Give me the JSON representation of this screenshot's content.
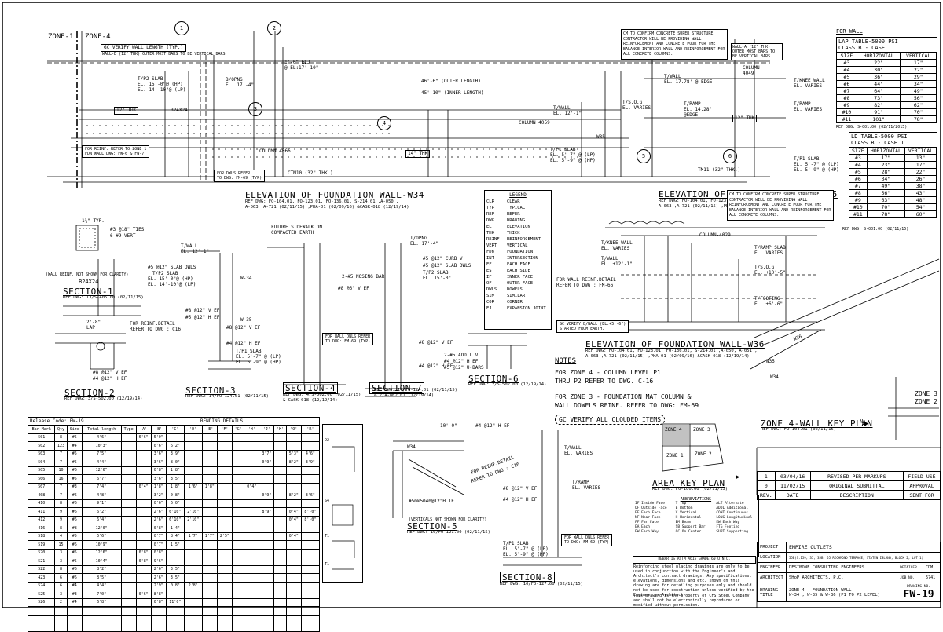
{
  "zones": {
    "zone1": "ZONE-1",
    "zone4": "ZONE-4"
  },
  "elev_w34": {
    "title": "ELEVATION OF FOUNDATION WALL-W34",
    "ref1": "REF DWG: FO-104.01, FO-123.01, FO-136.01, S-214.01 ,A-050 ,",
    "ref2": "A-063 ,A-721 (02/11/15) ,PHA-01 (02/09/16) &CASK-018 (12/19/14)",
    "notes": [
      "GC VERIFY WALL LENGTH (TYP.)",
      "WALL-D (12\" THK) OUTER MOST BARS TO BE VERTICAL BARS",
      "T/P2 SLAB",
      "EL. 15'-0\"@ (HP)",
      "EL. 14'-10\"@ (LP)",
      "B/OPNG",
      "EL. 17'-4\"",
      "1'-0\" ELJ",
      "@ EL:17'-10\"",
      "46'-6\" (OUTER LENGTH)",
      "45'-10\" (INNER LENGTH)",
      "COLUMN 4059",
      "COLUMN 4066",
      "B24X24",
      "12\" THK",
      "14\" THK",
      "FOR REINF. REFER TO ZONE 1",
      "FDN WALL DWG: FW-6 & FW-7",
      "FOR DWLS REFER",
      "TO DWG: FM-69 (TYP)",
      "CTM10 (32\" THK.)",
      "T/WALL",
      "EL. 12'-1\"",
      "T/P1 SLAB",
      "EL. 5'-7\" @ (LP)",
      "EL. 5'-9\" @ (HP)",
      "W35"
    ]
  },
  "elev_w35": {
    "title": "ELEVATION OF FOUNDATION WALL-W35",
    "ref1": "REF DWG: FO-104.01, FO-123.01, FO-136.01, S-214.01 ,A-050 ,",
    "ref2": "A-063 ,A-721 (02/11/15) ,PHA-01 (02/09/16) &CASK-018 (12/19/14)",
    "cm_note": "CM TO CONFIRM CONCRETE SUPER STRUCTURE CONTRACTOR WILL BE PROVIDING WALL REINFORCEMENT AND CONCRETE POUR FOR THE BALANCE INTERIOR WALL AND REINFORCEMENT FOR ALL CONCRETE COLUMNS.",
    "wall_note": "WALL-A (12\" THK) OUTER MOST BARS TO BE VERTICAL BARS",
    "notes": [
      "T/WALL",
      "EL. 17.78' @ EDGE",
      "T/RAMP",
      "EL. 14.28'",
      "@EDGE",
      "T/S.O.G",
      "EL. VARIES",
      "T/KNEE WALL",
      "EL. VARIES",
      "COLUMN",
      "4049",
      "T/RAMP",
      "EL. VARIES",
      "T/P1 SLAB",
      "EL. 5'-7\" @ (LP)",
      "EL. 5'-9\" @ (HP)",
      "TM11 (32\" THK.)",
      "12\" THK"
    ]
  },
  "elev_w36": {
    "title": "ELEVATION OF FOUNDATION WALL-W36",
    "ref1": "REF DWG: FO-104.01, FO-123.01, FO-136.01, S-214.01 ,A-050, A-051 ,",
    "ref2": "A-063 ,A-721 (02/11/15) ,PHA-01 (02/09/16) &CASK-018 (12/19/14)",
    "notes": [
      "T/KNEE WALL",
      "EL. VARIES",
      "T/WALL",
      "EL. +12'-1\"",
      "COLUMN-4029",
      "FOR WALL REINF.DETAIL",
      "REFER TO DWG : FM-66",
      "T/RAMP SLAB",
      "EL. VARIES",
      "T/S.O.G",
      "EL. +10'-5\"",
      "T/FOOTING",
      "EL. +6'-6\"",
      "GC VERIFY B/WALL (EL.+5'-6\")",
      "STARTED FROM EARTH."
    ]
  },
  "lap_wall": {
    "heading": "FOR WALL",
    "title1": "LAP TABLE-5000 PSI",
    "title2": "CLASS B - CASE 1",
    "cols": [
      "SIZE",
      "HORIZONTAL",
      "VERTICAL"
    ],
    "rows": [
      [
        "#3",
        "22\"",
        "17\""
      ],
      [
        "#4",
        "30\"",
        "22\""
      ],
      [
        "#5",
        "36\"",
        "29\""
      ],
      [
        "#6",
        "44\"",
        "34\""
      ],
      [
        "#7",
        "64\"",
        "49\""
      ],
      [
        "#8",
        "73\"",
        "56\""
      ],
      [
        "#9",
        "82\"",
        "62\""
      ],
      [
        "#10",
        "91\"",
        "70\""
      ],
      [
        "#11",
        "101\"",
        "78\""
      ]
    ],
    "ref": "REF DWG: S-001.00 (02/11/2015)"
  },
  "ld_table": {
    "title1": "LD TABLE-5000 PSI",
    "title2": "CLASS B - CASE 1",
    "cols": [
      "SIZE",
      "HORIZONTAL",
      "VERTICAL"
    ],
    "rows": [
      [
        "#3",
        "17\"",
        "13\""
      ],
      [
        "#4",
        "23\"",
        "17\""
      ],
      [
        "#5",
        "28\"",
        "22\""
      ],
      [
        "#6",
        "34\"",
        "26\""
      ],
      [
        "#7",
        "49\"",
        "38\""
      ],
      [
        "#8",
        "56\"",
        "43\""
      ],
      [
        "#9",
        "63\"",
        "48\""
      ],
      [
        "#10",
        "70\"",
        "54\""
      ],
      [
        "#11",
        "78\"",
        "60\""
      ]
    ],
    "ref": "REF DWG: S-001.00 (02/11/15)"
  },
  "sections": {
    "s1": {
      "title": "SECTION-1",
      "ref": "REF DWG: 13/S-405.00 (02/11/15)",
      "notes": [
        "1¾\" TYP.",
        "#3 @18\" TIES",
        "6 #9 VERT",
        "(WALL REINF. NOT SHOWN FOR CLARITY)",
        "B24X24",
        "#5 @12\" SLAB DWLS",
        "T/P2 SLAB",
        "EL. 15'-0\"@ (HP)",
        "EL. 14'-10\"@ (LP)"
      ]
    },
    "s2": {
      "title": "SECTION-2",
      "ref": "REF DWG: 3/S-502.00 (12/19/14)",
      "notes": [
        "2'-8\"",
        "LAP",
        "#8 @12\" V EF",
        "#4 @12\" H EF",
        "FOR REINF.DETAIL",
        "REFER TO DWG : C16"
      ]
    },
    "s3": {
      "title": "SECTION-3",
      "ref": "REF DWG: 14/FO-124.01 (02/11/15)",
      "notes": [
        "T/WALL",
        "EL. 12'-1\"",
        "#8 @12\" V EF",
        "#5 @12\" H EF",
        "W-34",
        "W-35",
        "#8 @12\" V EF",
        "#4 @12\" H EF",
        "T/P1 SLAB",
        "EL. 5'-7\" @ (LP)",
        "EL. 5'-9\" @ (HP)",
        "FOR WALL DWLS REFER",
        "TO DWG: FM-69 (TYP)",
        "FUTURE SIDEWALK ON",
        "COMPACTED EARTH"
      ]
    },
    "s4": {
      "title": "SECTION-4",
      "ref1": "REF DWG: 4/S-502.00 (02/11/15)",
      "ref2": "& CASK-018 (12/19/14)",
      "notes": [
        "T/OPNG",
        "EL. 17'-4\"",
        "#5 @12\" CURB V",
        "#5 @12\" SLAB DWLS",
        "T/P2 SLAB",
        "EL. 15'-0\"",
        "2-#5 NOSING BAR",
        "#8 @6\" V EF",
        "#8 @12\" V EF",
        "#4 @12\" H EF"
      ]
    },
    "s6": {
      "title": "SECTION-6",
      "ref": "REF DWG: 3/S-502.00 (12/19/14)",
      "notes": [
        "2-#5 ADD'L V",
        "#4 @12\" H EF",
        "#5 @12\" U-BARS"
      ]
    },
    "s7": {
      "title": "SECTION-7",
      "ref1": "REF DWG: 14/FO-124.01 (02/11/15)",
      "ref2": "& 2/A-862.01 (12/19/14)"
    },
    "s5": {
      "title": "SECTION-5",
      "ref": "REF DWG: 10/FO-121.00 (02/11/15)",
      "notes": [
        "10'-0\"",
        "W34",
        "#4 @12\" H EF",
        "#5mk5040@12\"H IF",
        "(VERTICALS NOT SHOWN FOR CLARITY)",
        "FOR REINF.DETAIL",
        "REFER TO DWG : C16"
      ]
    },
    "s8": {
      "title": "SECTION-8",
      "ref": "REF DWG: 10/FO-127.00 (02/11/15)",
      "notes": [
        "T/WALL",
        "EL. VARIES",
        "T/RAMP",
        "EL. VARIES",
        "#8 @12\" V EF",
        "#4 @12\" H EF",
        "FOR WALL DWLS REFER",
        "TO DWG: FM-69 (TYP)",
        "T/P1 SLAB",
        "EL. 5'-7\" @ (LP)",
        "EL. 5'-9\" @ (HP)"
      ]
    }
  },
  "legend": {
    "title": "LEGEND",
    "items": [
      [
        "CLR",
        "CLEAR"
      ],
      [
        "TYP",
        "TYPICAL"
      ],
      [
        "REF",
        "REFER"
      ],
      [
        "DWG",
        "DRAWING"
      ],
      [
        "EL",
        "ELEVATION"
      ],
      [
        "THK",
        "THICK"
      ],
      [
        "REINF",
        "REINFORCEMENT"
      ],
      [
        "VERT",
        "VERTICAL"
      ],
      [
        "FDN",
        "FOUNDATION"
      ],
      [
        "INT",
        "INTERSECTION"
      ],
      [
        "EF",
        "EACH FACE"
      ],
      [
        "ES",
        "EACH SIDE"
      ],
      [
        "IF",
        "INNER FACE"
      ],
      [
        "OF",
        "OUTER FACE"
      ],
      [
        "DWLS",
        "DOWELS"
      ],
      [
        "SIM",
        "SIMILAR"
      ],
      [
        "COR",
        "CORNER"
      ],
      [
        "EJ",
        "EXPANSION JOINT"
      ]
    ]
  },
  "general_notes": {
    "heading": "NOTES",
    "lines": [
      "FOR ZONE 4 - COLUMN LEVEL P1",
      "THRU P2 REFER TO DWG. C-16",
      "",
      "FOR ZONE 3 - FOUNDATION MAT COLUMN &",
      "WALL DOWELS REINF. REFER TO DWG: FM-69"
    ],
    "cloud": "GC VERIFY ALL CLOUDED ITEMS"
  },
  "zone_plan": {
    "title": "ZONE 4-WALL KEY PLAN",
    "ref": "REF DWG: FO-104.01 (02/11/15)",
    "n": "N",
    "labels": [
      "ZONE 3",
      "ZONE 2",
      "W34",
      "W35",
      "W36"
    ]
  },
  "area_plan": {
    "title": "AREA KEY PLAN",
    "ref": "REF DWG: FO-100.00 (02/11/15)",
    "zones": [
      "ZONE 4",
      "ZONE 3",
      "ZONE 1",
      "ZONE 2"
    ]
  },
  "abbreviations": {
    "title": "ABBREVIATIONS",
    "items": [
      "IF Inside Face",
      "T Top",
      "ALT Alternate",
      "OF Outside Face",
      "B Bottom",
      "ADDL Additional",
      "EF Each Face",
      "V Vertical",
      "CONT Continuous",
      "NF Near Face",
      "H Horizontal",
      "LONG Longitudinal",
      "FF Far Face",
      "BM Beam",
      "EW Each Way",
      "EA Each",
      "SB Support Bar",
      "FTG Footing",
      "EW Each Way",
      "OC On Center",
      "SUPT Supporting"
    ],
    "rebar_note": "REBAR IS ASTM A615 GRADE 60 U.N.O.",
    "reinf_note": "Reinforcing steel placing drawings are only to be used in conjunction with the Engineer's and Architect's contract drawings. Any specifications, elevations, dimensions and etc. shown on this drawing are for detailing purposes only and should not be used for construction unless verified by the Engineer or Architect.",
    "property_note": "This drawing is the property of CFS Steel Company and shall not be electronically reproduced or modified without permission."
  },
  "revisions": {
    "rows": [
      [
        "1",
        "03/04/16",
        "REVISED PER MARKUPS",
        "FIELD USE"
      ],
      [
        "0",
        "11/02/15",
        "ORIGINAL SUBMITTAL",
        "APPROVAL"
      ]
    ],
    "cols": [
      "REV.",
      "DATE",
      "DESCRIPTION",
      "SENT FOR"
    ]
  },
  "title_block": {
    "project_label": "PROJECT",
    "project": "EMPIRE OUTLETS",
    "location_label": "LOCATION",
    "location": "55B(S.159, 35, 35B, 55 RICHMOND TERRACE, STATEN ISLAND, BLOCK 2, LOT 1)",
    "engineer_label": "ENGINEER",
    "engineer": "DESIMONE CONSULTING ENGINEERS",
    "architect_label": "ARCHITECT",
    "architect": "SHoP ARCHITECTS, P.C.",
    "detailer_label": "DETAILER",
    "detailer": "CDM",
    "job_label": "JOB NO.",
    "job": "5741",
    "title_label": "DRAWING TITLE",
    "title1": "ZONE 4 - FOUNDATION WALL",
    "title2": "W-34 , W-35 & W-36 (P1 TO P2 LEVEL)",
    "dwg_label": "DRAWING NO.",
    "dwg": "FW-19"
  },
  "bending": {
    "release": "Release Code: FW-19",
    "title": "BENDING DETAILS",
    "cols": [
      "Bar Mark",
      "Qty",
      "Size",
      "Total length",
      "Type",
      "'A'",
      "'B'",
      "'C'",
      "'D'",
      "'E'",
      "'F'",
      "'G'",
      "'H'",
      "'J'",
      "'K'",
      "'O'",
      "'R'"
    ],
    "rows": [
      [
        "501",
        "8",
        "#5",
        "4'6\"",
        "",
        "6'6\"",
        "5'0\"",
        "",
        "",
        "",
        "",
        "",
        "",
        "",
        "",
        "",
        ""
      ],
      [
        "502",
        "123",
        "#4",
        "10'3\"",
        "",
        "",
        "0'6\"",
        "6'2\"",
        "",
        "",
        "",
        "",
        "",
        "",
        "",
        "",
        ""
      ],
      [
        "503",
        "7",
        "#5",
        "7'5\"",
        "",
        "",
        "3'6\"",
        "3'9\"",
        "",
        "",
        "",
        "",
        "",
        "3'7\"",
        "",
        "5'3\"",
        "4'6\""
      ],
      [
        "504",
        "7",
        "#5",
        "4'4\"",
        "",
        "",
        "3'6\"",
        "8'0\"",
        "",
        "",
        "",
        "",
        "",
        "0'9\"",
        "",
        "8'2\"",
        "3'9\""
      ],
      [
        "505",
        "10",
        "#6",
        "12'6\"",
        "",
        "",
        "0'8\"",
        "1'8\"",
        "",
        "",
        "",
        "",
        "",
        "",
        "",
        "",
        ""
      ],
      [
        "506",
        "16",
        "#5",
        "6'7\"",
        "",
        "",
        "3'6\"",
        "3'5\"",
        "",
        "",
        "",
        "",
        "",
        "",
        "",
        "",
        ""
      ],
      [
        "507",
        "7",
        "#3",
        "7'4\"",
        "",
        "0'4\"",
        "1'8\"",
        "1'8\"",
        "1'6\"",
        "1'8\"",
        "",
        "",
        "0'4\"",
        "",
        "",
        "",
        ""
      ],
      [
        "408",
        "7",
        "#6",
        "4'8\"",
        "",
        "",
        "3'2\"",
        "0'8\"",
        "",
        "",
        "",
        "",
        "",
        "0'9\"",
        "",
        "8'2\"",
        "3'6\""
      ],
      [
        "410",
        "8",
        "#6",
        "9'1\"",
        "",
        "",
        "0'6\"",
        "6'0\"",
        "",
        "",
        "",
        "",
        "",
        "",
        "",
        "",
        ""
      ],
      [
        "411",
        "9",
        "#6",
        "6'2\"",
        "",
        "",
        "2'6\"",
        "6'10\"",
        "2'10\"",
        "",
        "",
        "",
        "",
        "8'9\"",
        "",
        "0'4\"",
        "8'-0\""
      ],
      [
        "412",
        "9",
        "#6",
        "6'4\"",
        "",
        "",
        "2'6\"",
        "6'10\"",
        "2'10\"",
        "",
        "",
        "",
        "",
        "",
        "",
        "0'4\"",
        "8'-0\""
      ],
      [
        "416",
        "8",
        "#8",
        "12'0\"",
        "",
        "",
        "0'8\"",
        "1'4\"",
        "",
        "",
        "",
        "",
        "",
        "",
        "",
        "",
        ""
      ],
      [
        "518",
        "4",
        "#5",
        "5'6\"",
        "",
        "",
        "0'7\"",
        "8'4\"",
        "1'7\"",
        "1'7\"",
        "2'5\"",
        "",
        "",
        "",
        "",
        "0'4\"",
        ""
      ],
      [
        "519",
        "15",
        "#6",
        "10'9\"",
        "",
        "",
        "0'7\"",
        "1'5\"",
        "",
        "",
        "",
        "",
        "",
        "",
        "",
        "",
        ""
      ],
      [
        "520",
        "3",
        "#5",
        "12'6\"",
        "",
        "0'8\"",
        "0'8\"",
        "",
        "",
        "",
        "",
        "",
        "",
        "",
        "",
        "",
        ""
      ],
      [
        "521",
        "3",
        "#5",
        "10'4\"",
        "",
        "0'8\"",
        "9'6\"",
        "",
        "",
        "",
        "",
        "",
        "",
        "",
        "",
        "",
        ""
      ],
      [
        "522",
        "8",
        "#6",
        "8'2\"",
        "",
        "",
        "2'6\"",
        "3'5\"",
        "",
        "",
        "",
        "",
        "",
        "",
        "",
        "",
        ""
      ],
      [
        "423",
        "6",
        "#6",
        "8'5\"",
        "",
        "",
        "2'6\"",
        "3'5\"",
        "",
        "",
        "",
        "",
        "",
        "",
        "",
        "",
        ""
      ],
      [
        "524",
        "6",
        "#4",
        "4'4\"",
        "",
        "",
        "2'9\"",
        "0'8\"",
        "2'8\"",
        "",
        "",
        "",
        "",
        "",
        "",
        "",
        ""
      ],
      [
        "525",
        "3",
        "#3",
        "7'0\"",
        "",
        "0'6\"",
        "8'8\"",
        "",
        "",
        "",
        "",
        "",
        "",
        "",
        "",
        "",
        ""
      ],
      [
        "526",
        "2",
        "#4",
        "6'8\"",
        "",
        "",
        "0'8\"",
        "11'0\"",
        "",
        "",
        "",
        "",
        "",
        "",
        "",
        "",
        ""
      ],
      [
        "",
        "",
        "",
        "",
        "",
        "",
        "",
        "",
        "",
        "",
        "",
        "",
        "",
        "",
        "",
        "",
        ""
      ],
      [
        "",
        "",
        "",
        "",
        "",
        "",
        "",
        "",
        "",
        "",
        "",
        "",
        "",
        "",
        "",
        "",
        ""
      ],
      [
        "",
        "",
        "",
        "",
        "",
        "",
        "",
        "",
        "",
        "",
        "",
        "",
        "",
        "",
        "",
        "",
        ""
      ]
    ],
    "shape_codes": [
      "D2",
      "S4",
      "T1",
      "T1"
    ]
  },
  "marks": {
    "c1": "1",
    "c2": "2",
    "c3": "3",
    "c4": "4",
    "c5": "5",
    "c6": "6"
  }
}
